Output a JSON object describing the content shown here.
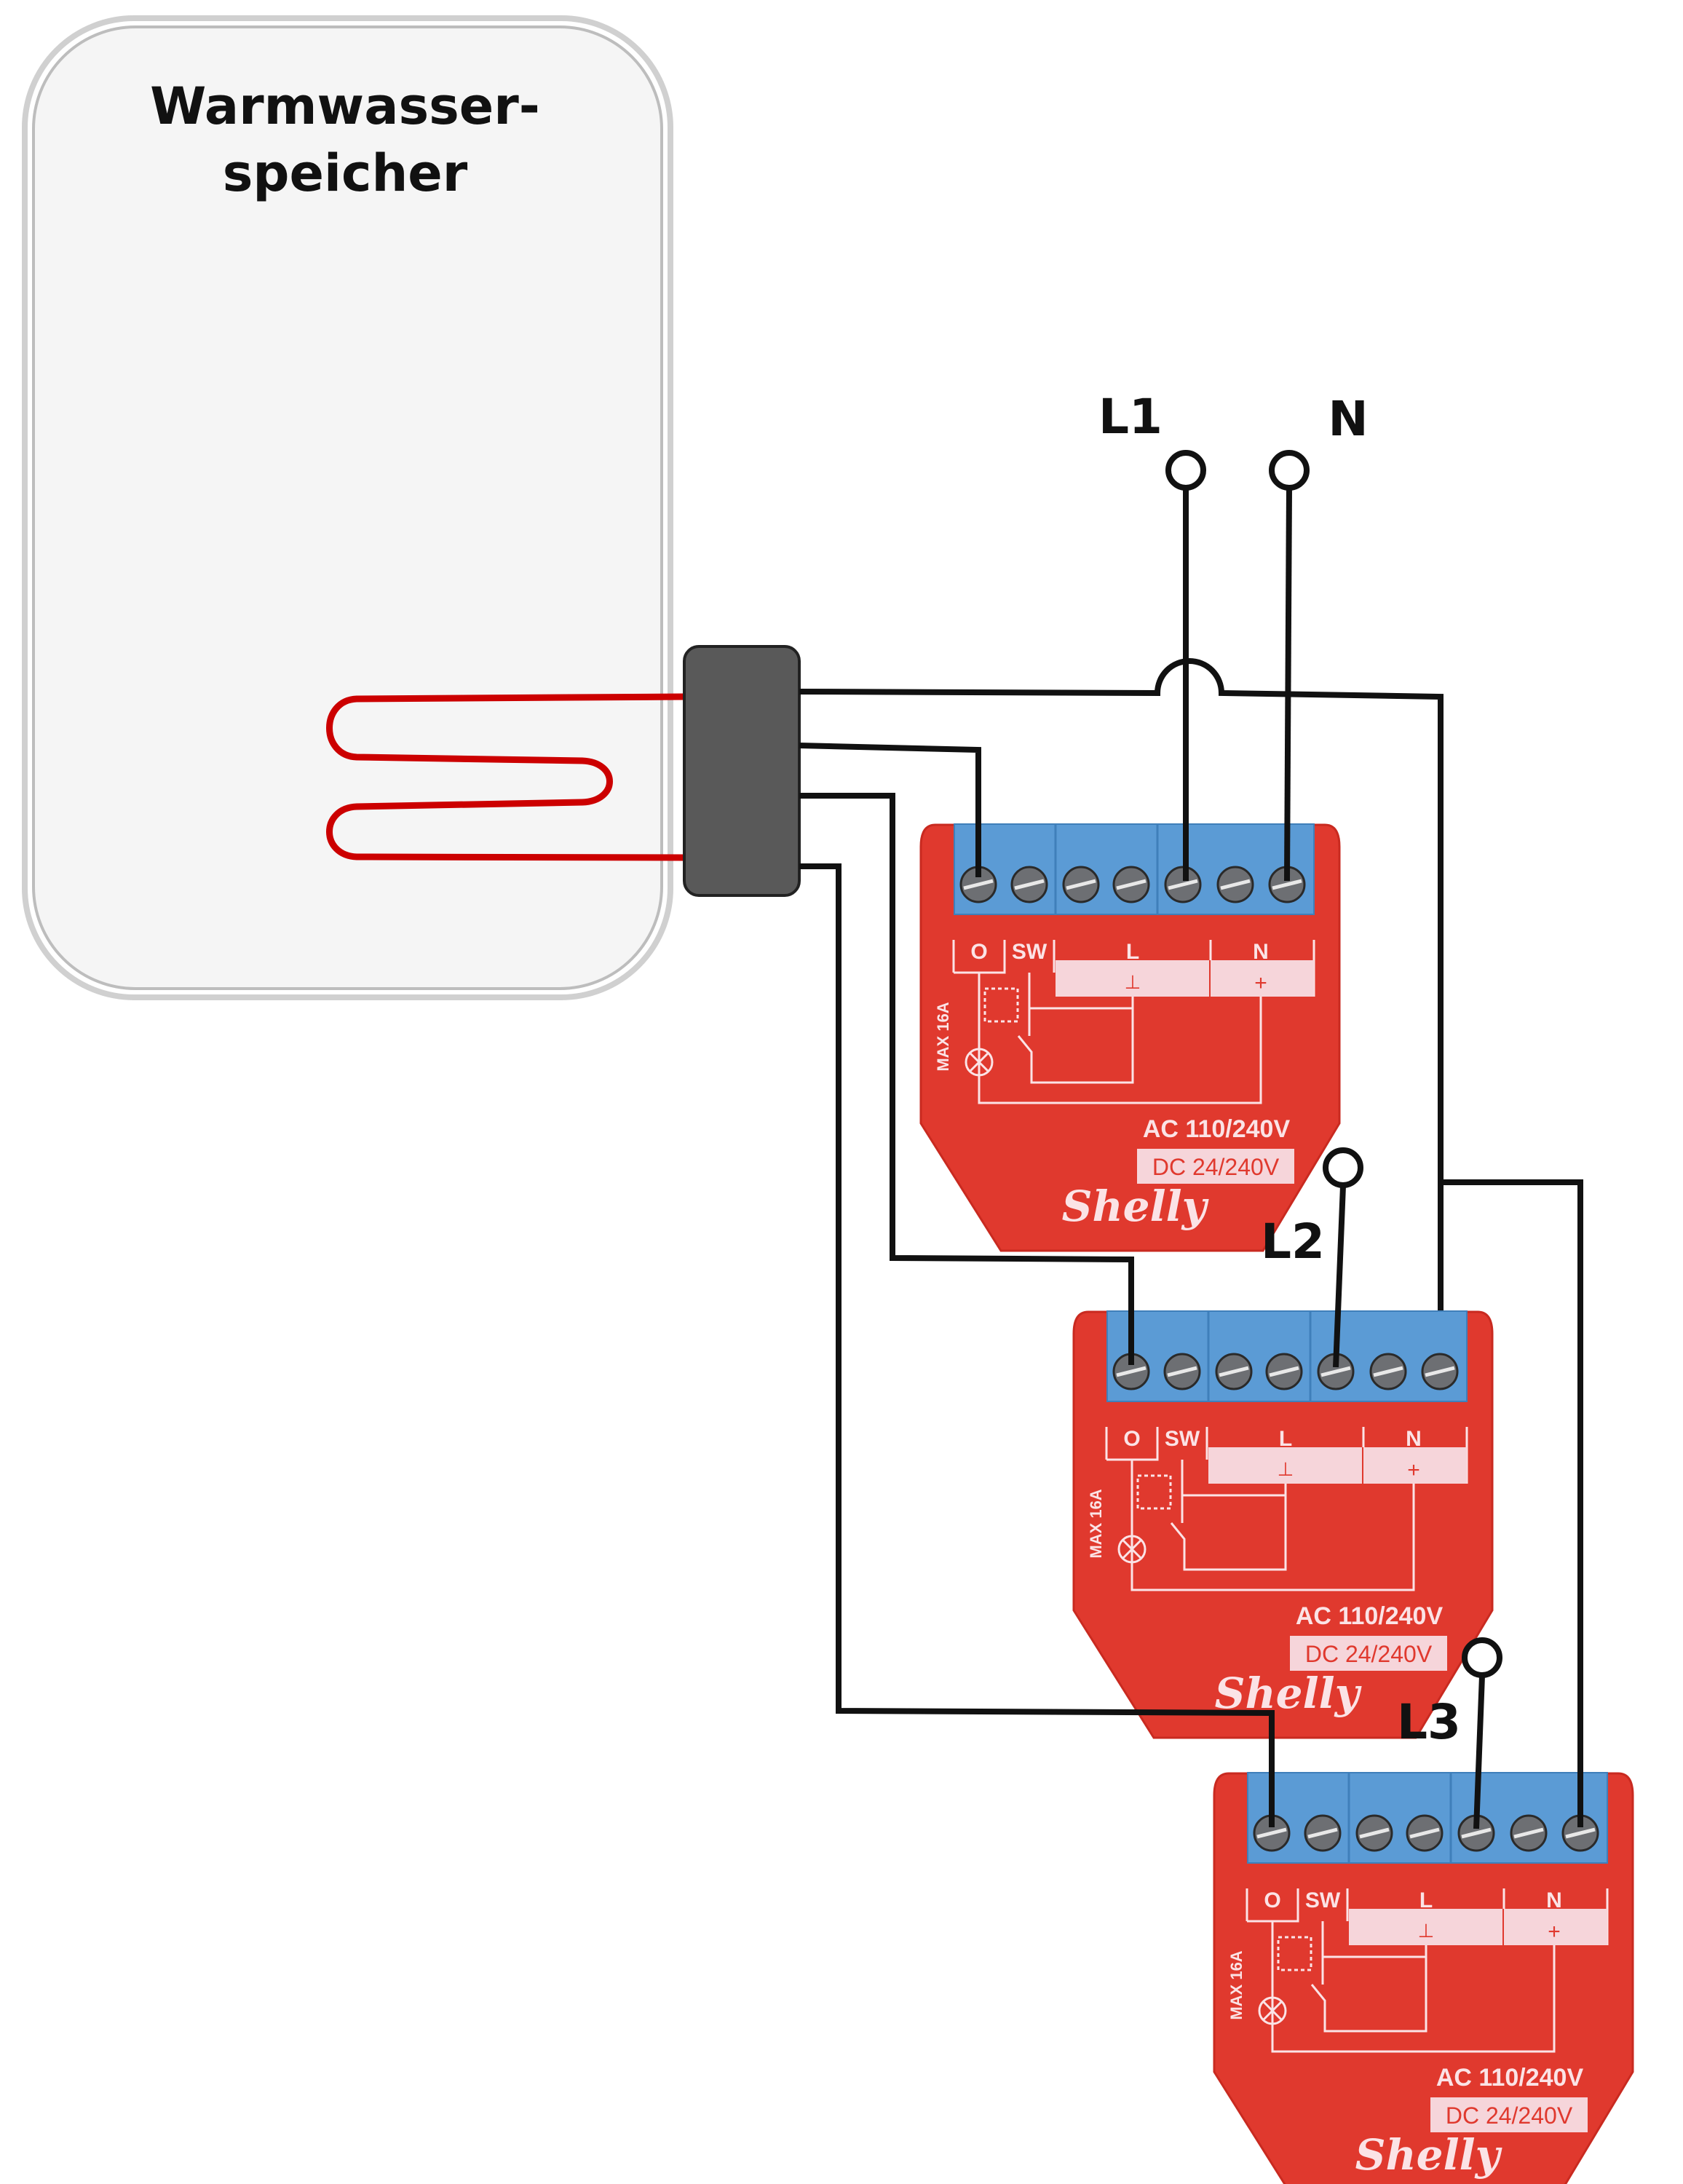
{
  "tank": {
    "title_line1": "Warmwasser-",
    "title_line2": "speicher"
  },
  "terminals": {
    "l1": "L1",
    "n": "N",
    "l2": "L2",
    "l3": "L3"
  },
  "module": {
    "labels": [
      "O",
      "SW",
      "L",
      "N"
    ],
    "ground_symbol": "⊥",
    "plus_symbol": "+",
    "max_rating": "MAX 16A",
    "ac_rating": "AC 110/240V",
    "dc_rating": "DC 24/240V",
    "brand": "Shelly"
  },
  "colors": {
    "module_body": "#e0392e",
    "terminal_block": "#5b9bd5",
    "heating_coil": "#cc0000",
    "junction_box": "#595959"
  }
}
